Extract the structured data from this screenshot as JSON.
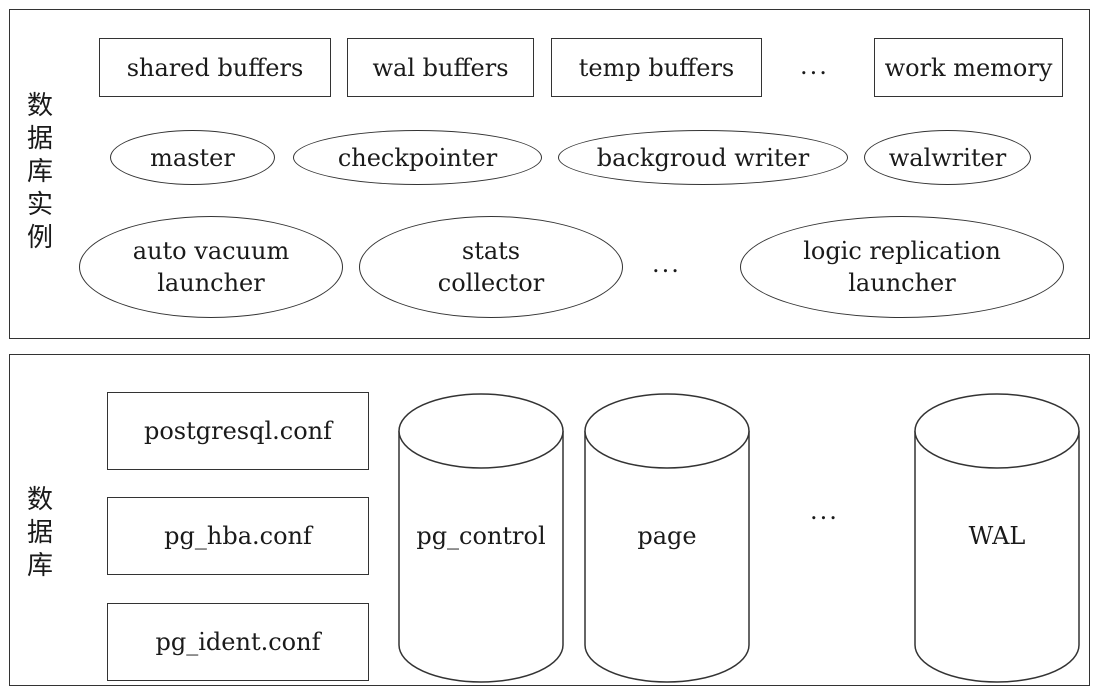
{
  "instance": {
    "label": [
      "数",
      "据",
      "库",
      "实",
      "例"
    ],
    "buffers": [
      "shared buffers",
      "wal buffers",
      "temp buffers",
      "work memory"
    ],
    "buffers_ellipsis": "...",
    "processes_row1": [
      "master",
      "checkpointer",
      "backgroud writer",
      "walwriter"
    ],
    "processes_row2": [
      {
        "line1": "auto vacuum",
        "line2": "launcher"
      },
      {
        "line1": "stats",
        "line2": "collector"
      },
      {
        "line1": "logic replication",
        "line2": "launcher"
      }
    ],
    "processes_ellipsis": "..."
  },
  "database": {
    "label": [
      "数",
      "据",
      "库"
    ],
    "configs": [
      "postgresql.conf",
      "pg_hba.conf",
      "pg_ident.conf"
    ],
    "storage": [
      "pg_control",
      "page",
      "WAL"
    ],
    "storage_ellipsis": "..."
  }
}
